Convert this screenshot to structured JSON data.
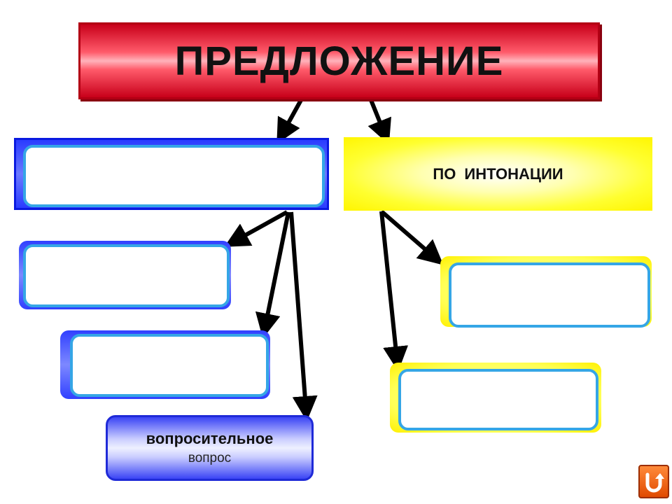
{
  "title": "ПРЕДЛОЖЕНИЕ",
  "categories": {
    "left": {
      "label": ""
    },
    "right": {
      "label": "ПО  ИНТОНАЦИИ"
    }
  },
  "purpose_items": [
    {
      "label": ""
    },
    {
      "label": ""
    },
    {
      "title": "вопросительное",
      "subtitle": "вопрос"
    }
  ],
  "intonation_items": [
    {
      "label": ""
    },
    {
      "label": ""
    }
  ],
  "colors": {
    "title_red": "#e0001f",
    "blue": "#2a3cff",
    "yellow": "#ffff30",
    "slot_border": "#35a6e6",
    "nav_orange": "#f06010"
  },
  "nav": {
    "return_icon": "return-arrow-icon"
  }
}
